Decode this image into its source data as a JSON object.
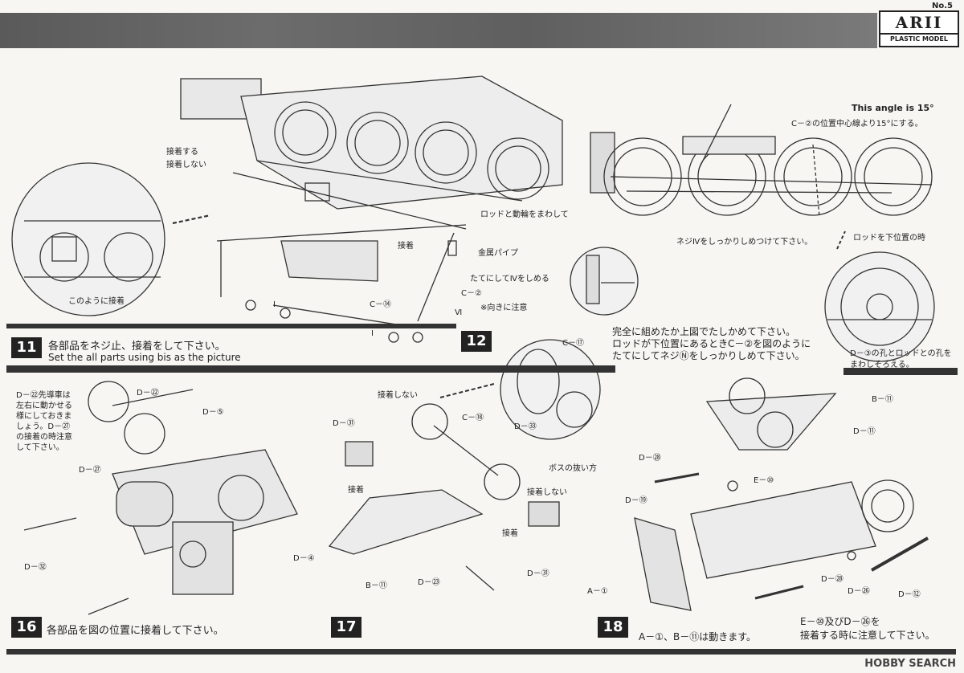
{
  "header": {
    "page_no": "No.5",
    "brand": "ARII",
    "brand_sub": "PLASTIC MODEL"
  },
  "step11": {
    "number": "11",
    "caption_jp": "各部品をネジ止、接着をして下さい。",
    "caption_en": "Set the all parts using bis as the picture",
    "labels": {
      "glue": "接着する",
      "noglue": "接着しない",
      "rod_wheel": "ロッドと動輪をまわして",
      "glue2": "接着",
      "metal_pipe": "金属パイプ",
      "vertical_screw": "たてにしてⅣをしめる",
      "c2": "C－②",
      "caution": "※向きに注意",
      "vi": "Ⅵ",
      "c14": "C－⑭",
      "i1": "Ⅰ",
      "i2": "Ⅰ",
      "glue_like": "このように接着"
    }
  },
  "step12": {
    "number": "12",
    "angle_en": "This angle is 15°",
    "angle_jp": "C－②の位置中心線より15°にする。",
    "screw_jp": "ネジⅣをしっかりしめつけて下さい。",
    "rod_low": "ロッドを下位置の時",
    "caption": [
      "完全に組めたか上図でたしかめて下さい。",
      "ロッドが下位置にあるときC－②を図のように",
      "たてにしてネジⓃをしっかりしめて下さい。"
    ],
    "hole_note": [
      "D－③の孔とロッドとの孔を",
      "まわしそろえる。"
    ]
  },
  "step16": {
    "number": "16",
    "caption": "各部品を図の位置に接着して下さい。",
    "note": [
      "D－㉒先導車は",
      "左右に動かせる",
      "様にしておきま",
      "しょう。D－㉗",
      "の接着の時注意",
      "して下さい。"
    ],
    "labels": {
      "d22": "D－㉒",
      "d5": "D－⑤",
      "d27": "D－㉗",
      "d32": "D－㉜",
      "d4": "D－④"
    }
  },
  "step17": {
    "number": "17",
    "labels": {
      "noglue": "接着しない",
      "c17": "C－⑰",
      "c18": "C－⑱",
      "d31a": "D－㉛",
      "d33": "D－㉝",
      "boss": "ボスの抜い方",
      "glue": "接着",
      "noglue2": "接着しない",
      "glue2": "接着",
      "b11": "B－⑪",
      "d23": "D－㉓",
      "d31b": "D－㉛"
    }
  },
  "step18": {
    "number": "18",
    "labels": {
      "b11a": "B－⑪",
      "d11": "D－⑪",
      "d28a": "D－㉘",
      "e10": "E－⑩",
      "d19": "D－⑲",
      "a1": "A－①",
      "d28b": "D－㉘",
      "d26": "D－㉖",
      "d12": "D－⑫"
    },
    "caption1": "A－①、B－⑪は動きます。",
    "caption2": [
      "E－⑩及びD－㉖を",
      "接着する時に注意して下さい。"
    ]
  },
  "watermark": "HOBBY SEARCH"
}
